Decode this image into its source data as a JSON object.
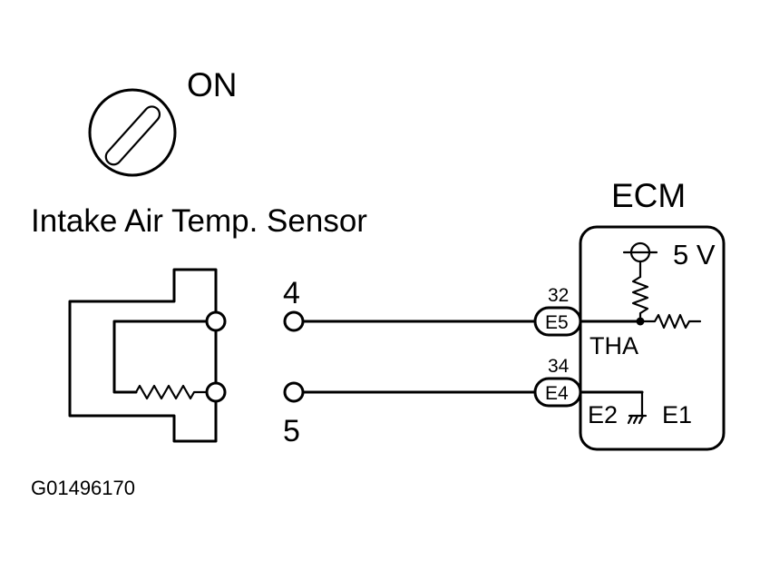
{
  "ignition": {
    "state_label": "ON"
  },
  "sensor": {
    "title": "Intake Air Temp. Sensor",
    "pins": [
      "4",
      "5"
    ]
  },
  "ecm": {
    "title": "ECM",
    "supply_label": "5 V",
    "signal_label": "THA",
    "ground_labels": [
      "E2",
      "E1"
    ],
    "connectors": [
      {
        "pin_number": "32",
        "connector": "E5"
      },
      {
        "pin_number": "34",
        "connector": "E4"
      }
    ]
  },
  "figure_id": "G01496170"
}
